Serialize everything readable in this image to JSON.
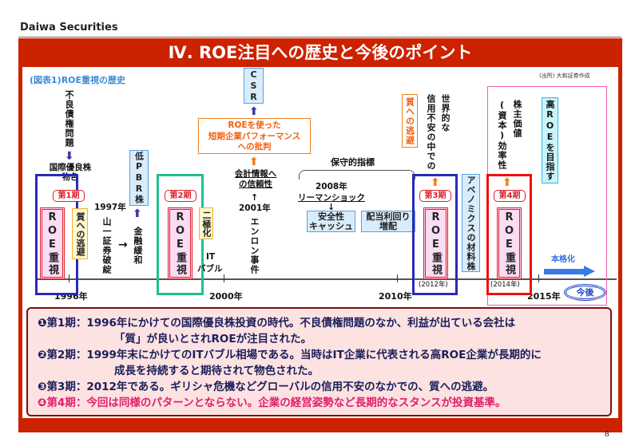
{
  "header": {
    "brand": "Daiwa Securities",
    "title": "Ⅳ. ROE注目への歴史と今後のポイント",
    "page": "8"
  },
  "chart": {
    "caption": "(図表1)ROE重視の歴史",
    "source": "(出所) 大和証券作成",
    "years": [
      "1996年",
      "2000年",
      "2010年",
      "2015年"
    ],
    "period1": {
      "label": "第1期",
      "roe": "ROE重視",
      "flight": "質への逃避",
      "issue": "不良債権問題",
      "effect": "国際優良株物色"
    },
    "event1997": {
      "year": "1997年",
      "event": "山一証券破綻",
      "policy": "金融緩和",
      "result": "低PBR株"
    },
    "period2": {
      "label": "第2期",
      "roe": "ROE重視",
      "split": "二極化",
      "bubble_1": "IT",
      "bubble_2": "バブル"
    },
    "event2001": {
      "year": "2001年",
      "event": "エンロン事件",
      "trust": "会計情報へ",
      "trust2": "の信頼性",
      "critique_1": "ROEを使った",
      "critique_2": "短期企業パフォーマンス",
      "critique_3": "への批判",
      "csr": "CSR"
    },
    "event2008": {
      "conservative": "保守的指標",
      "year": "2008年",
      "event": "リーマンショック",
      "box1_1": "安全性",
      "box1_2": "キャッシュ",
      "box2_1": "配当利回り",
      "box2_2": "増配"
    },
    "period3": {
      "label": "第3期",
      "roe": "ROE重視",
      "flight": "質への逃避",
      "context_1": "世界的な",
      "context_2": "信用不安の中での",
      "year": "(2012年)"
    },
    "abenomics": "アベノミクスの材料株",
    "period4": {
      "label": "第4期",
      "roe": "ROE重視",
      "value_1": "株主価値",
      "value_2": "(資本)効率性",
      "year": "(2014年)"
    },
    "future": {
      "target": "高ROEを目指す",
      "fullscale": "本格化",
      "label": "今後"
    }
  },
  "summary": [
    {
      "marker": "❶",
      "head": "第1期：",
      "line1": "1996年にかけての国際優良株投資の時代。不良債権問題のなか、利益が出ている会社は",
      "line2": "「質」が良いとされROEが注目された。"
    },
    {
      "marker": "❷",
      "head": "第2期：",
      "line1": "1999年末にかけてのITバブル相場である。当時はIT企業に代表される高ROE企業が長期的に",
      "line2": "成長を持続すると期待されて物色された。"
    },
    {
      "marker": "❸",
      "head": "第3期：",
      "line1": "2012年である。ギリシャ危機などグローバルの信用不安のなかでの、質への逃避。"
    },
    {
      "marker": "❹",
      "head": "第4期：",
      "line1": "今回は同様のパターンとならない。企業の経営姿勢など長期的なスタンスが投資基準。"
    }
  ],
  "colors": {
    "frame": "#cc2200",
    "navy": "#1a1f5a",
    "highlight": "#e0206a"
  }
}
